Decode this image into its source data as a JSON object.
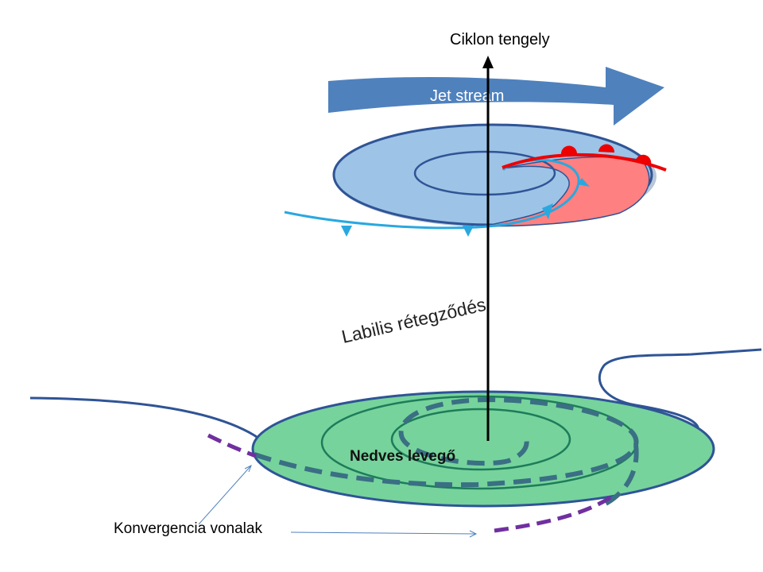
{
  "diagram": {
    "labels": {
      "axis": "Ciklon tengely",
      "jet_stream": "Jet stream",
      "unstable_layer": "Labilis rétegződés",
      "moist_air": "Nedves levegő",
      "convergence_lines": "Konvergencia vonalak"
    },
    "colors": {
      "jet_arrow": "#4f81bd",
      "upper_cyclone": "#9dc3e6",
      "warm_sector": "#ff8080",
      "outline": "#2f5496",
      "cold_front": "#29a8e0",
      "warm_front": "#ee0000",
      "lower_cyclone": "#76d39c",
      "convergence": "#7030a0",
      "dashed_spiral": "#3a6f84",
      "axis": "#000000",
      "pointer": "#4f81bd"
    }
  }
}
